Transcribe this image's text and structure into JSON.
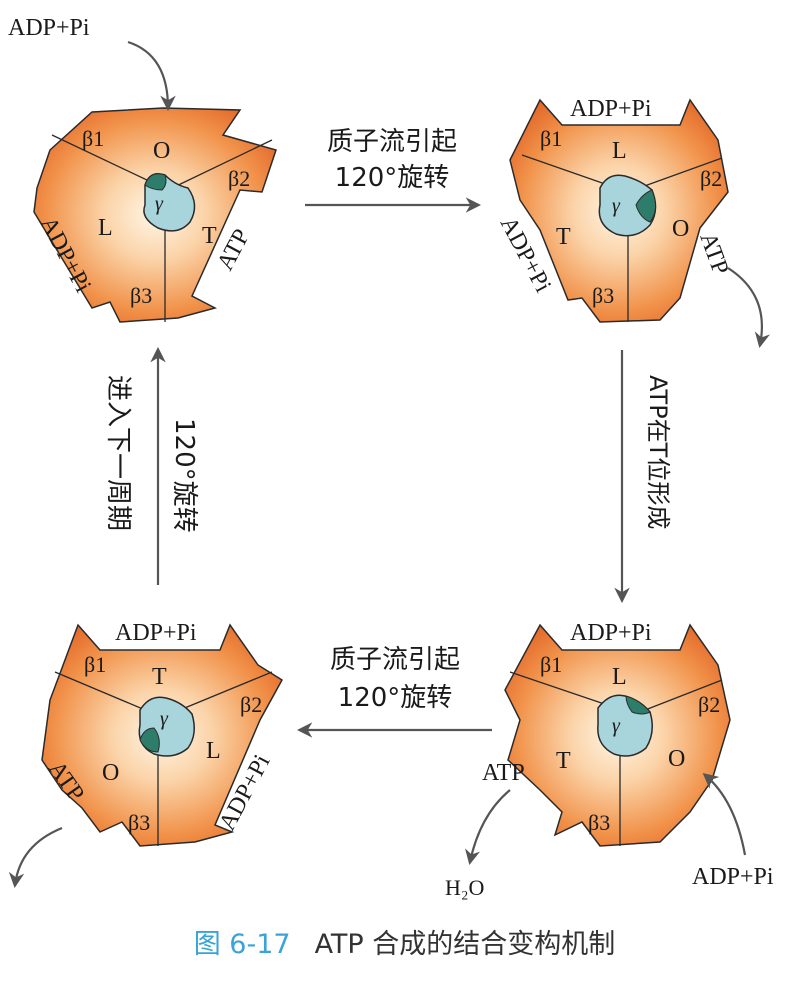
{
  "colors": {
    "body_edge": "#e8742c",
    "body_glow": "#fff3e0",
    "gamma_fill": "#a8d4dc",
    "gamma_dark": "#2e7d6b",
    "stroke": "#2a2a2a",
    "arrow": "#555555",
    "caption_number": "#3aa3d8",
    "caption_text": "#333333"
  },
  "units": [
    {
      "id": "top-left",
      "beta_labels": [
        "β1",
        "β2",
        "β3"
      ],
      "site_states": [
        "O",
        "T",
        "L"
      ],
      "gamma_label": "γ",
      "side_labels": [
        "ADP+Pi",
        "ATP"
      ]
    },
    {
      "id": "top-right",
      "beta_labels": [
        "β1",
        "β2",
        "β3"
      ],
      "site_states": [
        "L",
        "O",
        "T"
      ],
      "gamma_label": "γ",
      "side_labels": [
        "ADP+Pi",
        "ADP+Pi",
        "ATP"
      ]
    },
    {
      "id": "bottom-right",
      "beta_labels": [
        "β1",
        "β2",
        "β3"
      ],
      "site_states": [
        "L",
        "O",
        "T"
      ],
      "gamma_label": "γ",
      "side_labels": [
        "ADP+Pi",
        "ATP"
      ]
    },
    {
      "id": "bottom-left",
      "beta_labels": [
        "β1",
        "β2",
        "β3"
      ],
      "site_states": [
        "T",
        "L",
        "O"
      ],
      "gamma_label": "γ",
      "side_labels": [
        "ADP+Pi",
        "ADP+Pi",
        "ATP"
      ]
    }
  ],
  "free_labels": {
    "adp_in_top_left": "ADP+Pi",
    "adp_in_bottom_right": "ADP+Pi",
    "h2o": "H₂O"
  },
  "transitions": {
    "top": [
      "质子流引起",
      "120°旋转"
    ],
    "right": "ATP在T位形成",
    "bottom": [
      "质子流引起",
      "120°旋转"
    ],
    "left_outer": "进入下一周期",
    "left_inner": "120°旋转"
  },
  "caption": {
    "number": "图 6-17",
    "title": "ATP 合成的结合变构机制"
  }
}
